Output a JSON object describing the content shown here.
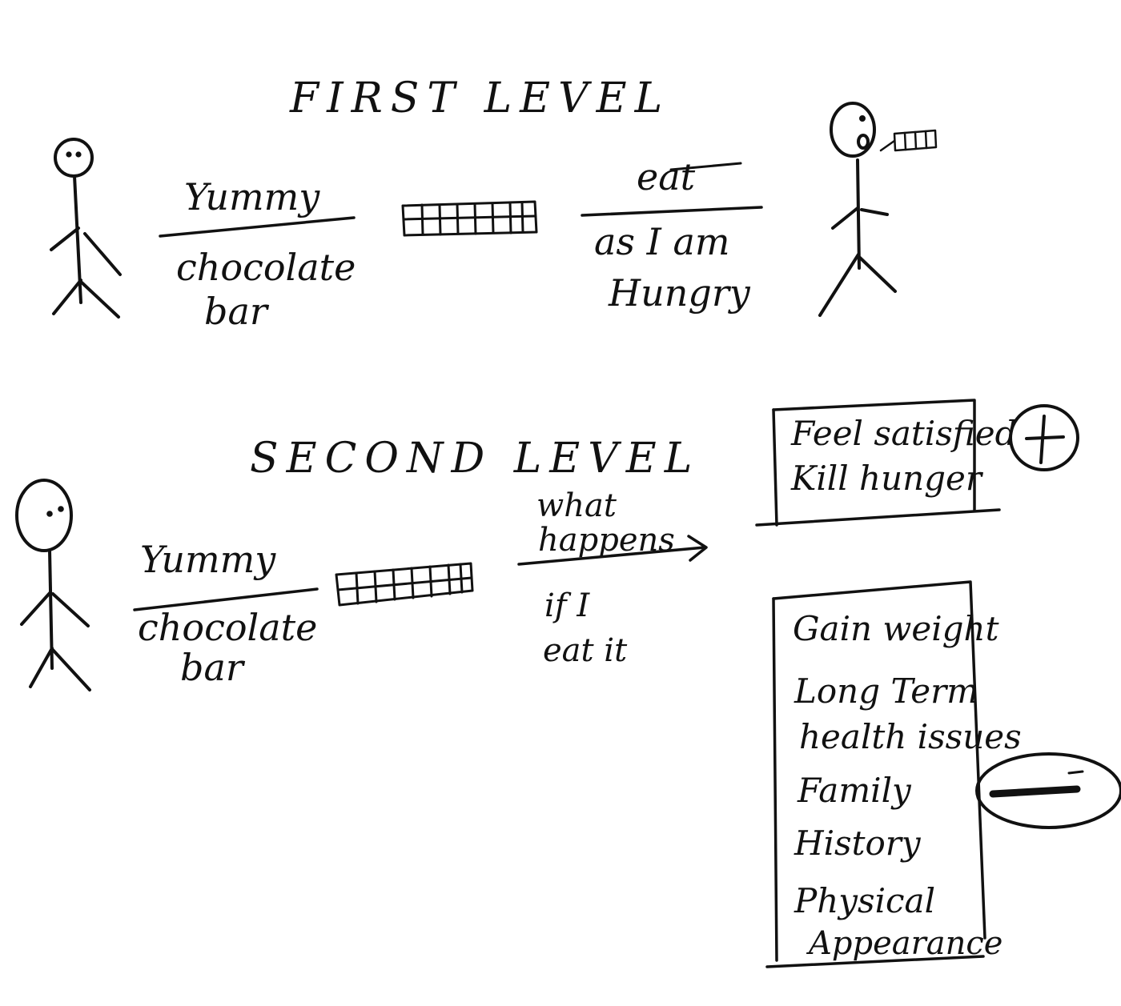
{
  "first_level": {
    "title": "FIRST LEVEL",
    "numerator": "Yummy",
    "denominator_line1": "chocolate",
    "denominator_line2": "bar",
    "result_top": "eat",
    "result_bottom_line1": "as I am",
    "result_bottom_line2": "Hungry"
  },
  "second_level": {
    "title": "SECOND LEVEL",
    "numerator": "Yummy",
    "denominator_line1": "chocolate",
    "denominator_line2": "bar",
    "arrow_top_line1": "what",
    "arrow_top_line2": "happens",
    "arrow_bottom_line1": "if I",
    "arrow_bottom_line2": "eat it",
    "positive_box": [
      "Feel satisfied",
      "Kill hunger"
    ],
    "positive_symbol": "+",
    "negative_box": [
      "Gain weight",
      "Long Term",
      "health issues",
      "Family",
      "History",
      "Physical",
      "Appearance"
    ],
    "negative_symbol": "−"
  },
  "colors": {
    "ink": "#111111",
    "paper": "#ffffff"
  }
}
